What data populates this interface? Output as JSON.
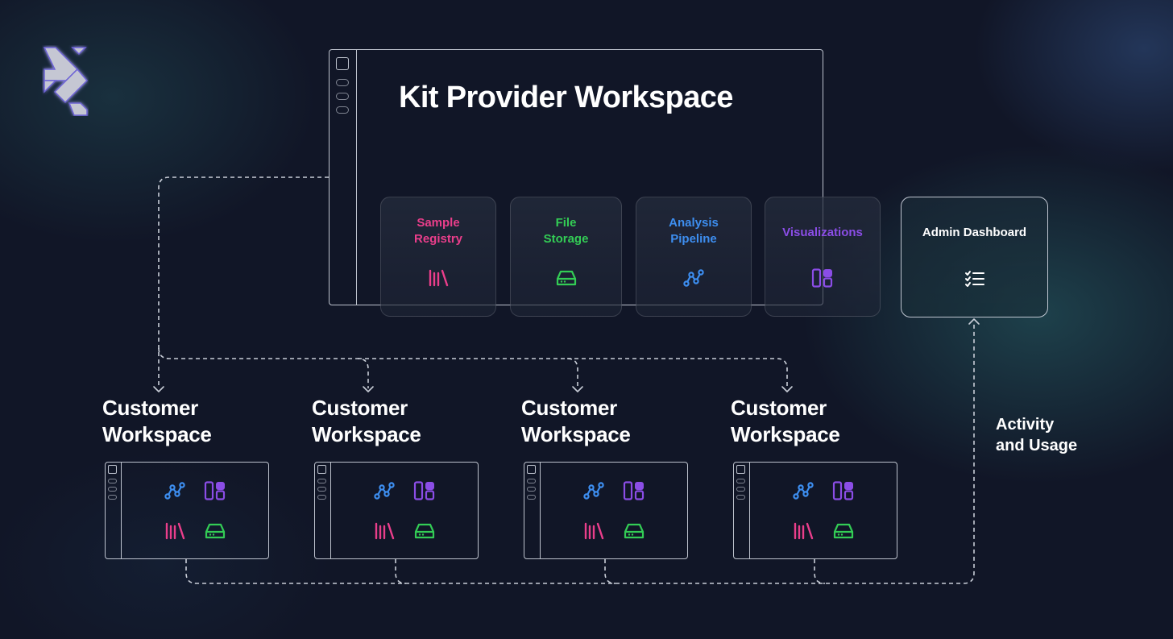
{
  "diagram": {
    "title": "Kit Provider Workspace",
    "modules": [
      {
        "id": "sample-registry",
        "lines": [
          "Sample",
          "Registry"
        ],
        "color": "#ea3e8b",
        "icon": "library-icon"
      },
      {
        "id": "file-storage",
        "lines": [
          "File",
          "Storage"
        ],
        "color": "#33cc55",
        "icon": "hard-drive-icon"
      },
      {
        "id": "analysis-pipeline",
        "lines": [
          "Analysis",
          "Pipeline"
        ],
        "color": "#3d8ef0",
        "icon": "pipeline-graph-icon"
      },
      {
        "id": "visualizations",
        "lines": [
          "Visualizations"
        ],
        "color": "#8b4de6",
        "icon": "layout-dashboard-icon"
      }
    ],
    "admin": {
      "label": "Admin Dashboard",
      "icon": "checklist-icon"
    },
    "customers": [
      {
        "lines": [
          "Customer",
          "Workspace"
        ]
      },
      {
        "lines": [
          "Customer",
          "Workspace"
        ]
      },
      {
        "lines": [
          "Customer",
          "Workspace"
        ]
      },
      {
        "lines": [
          "Customer",
          "Workspace"
        ]
      }
    ],
    "activity": {
      "lines": [
        "Activity",
        "and Usage"
      ]
    },
    "colors": {
      "background": "#111627",
      "connector": "#c9ced8"
    }
  }
}
